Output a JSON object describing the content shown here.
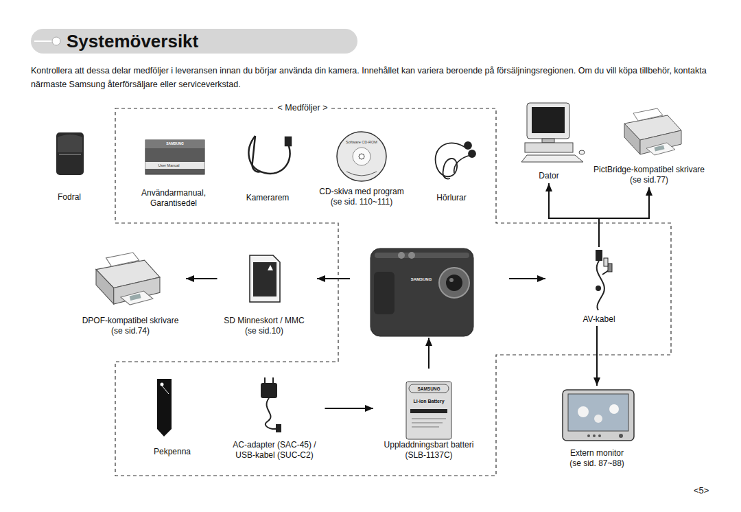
{
  "diagram": {
    "title": "Systemöversikt",
    "nodes": [
      {
        "text": [
          "< Medföljer >"
        ]
      },
      {
        "text": [
          "Fodral"
        ]
      },
      {
        "text": [
          "Användarmanual, Garantisedel"
        ],
        "in": 0
      },
      {
        "text": [
          "Kamerarem"
        ],
        "in": 0
      },
      {
        "text": [
          "CD-skiva med program (se sid. 110~111)"
        ],
        "in": 0
      },
      {
        "text": [
          "Hörlurar"
        ],
        "in": 0
      },
      {
        "text": [
          "Dator"
        ]
      },
      {
        "text": [
          "PictBridge-kompatibel skrivare (se sid.77)"
        ]
      },
      {
        "text": [
          "DPOF-kompatibel skrivare (se sid.74)"
        ]
      },
      {
        "text": [
          "SD Minneskort / MMC (se sid.10)"
        ]
      },
      {
        "text": [
          "AV-kabel"
        ],
        "in": 0
      },
      {
        "text": [
          "Pekpenna"
        ],
        "in": 0
      },
      {
        "text": [
          "AC-adapter (SAC-45) / USB-kabel (SUC-C2)"
        ],
        "in": 0
      },
      {
        "text": [
          "Uppladdningsbart batteri (SLB-1137C)"
        ],
        "in": 0
      },
      {
        "text": [
          "Extern monitor (se sid. 87~88)"
        ]
      }
    ],
    "edges": [
      {
        "from": 9,
        "to": 8,
        "arrow": "to"
      },
      {
        "from": 12,
        "to": 13,
        "arrow": "to"
      },
      {
        "from": 10,
        "to": 6,
        "arrow": "to"
      },
      {
        "from": 10,
        "to": 7,
        "arrow": "to"
      },
      {
        "from": 10,
        "to": 14,
        "arrow": "to"
      }
    ],
    "labels": [
      "Kontrollera att dessa delar medföljer i leveransen innan du börjar använda din kamera. Innehållet kan variera beroende på försäljningsregionen. Om du vill köpa tillbehör, kontakta närmaste Samsung återförsäljare eller serviceverkstad.",
      "SAMSUNG",
      "User Manual",
      "Software CD-ROM",
      "SAMSUNG",
      "SAMSUNG",
      "Li-ion Battery",
      "<5>"
    ]
  }
}
